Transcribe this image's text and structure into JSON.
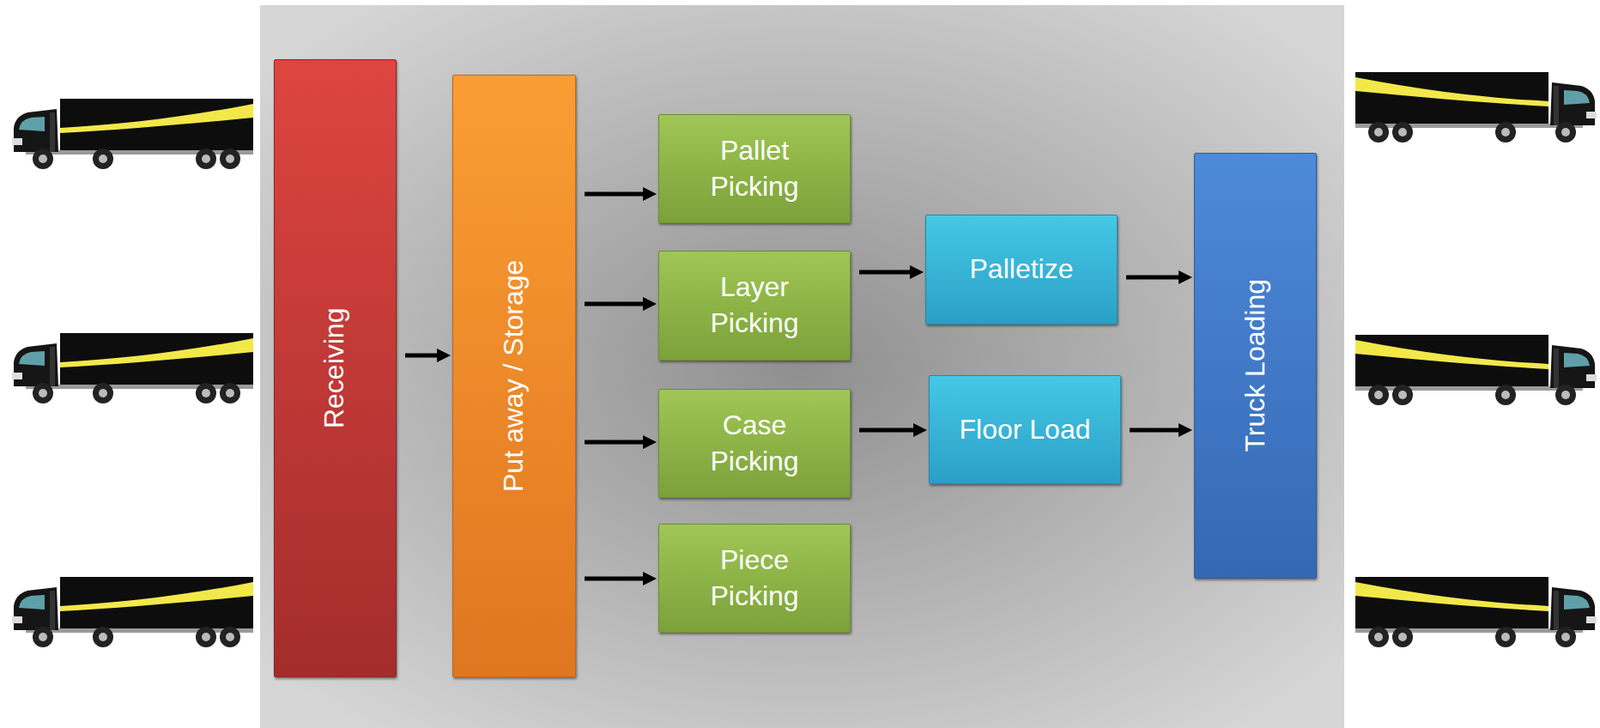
{
  "diagram": {
    "nodes": [
      {
        "text": [
          "Receiving"
        ]
      },
      {
        "text": [
          "Put away / Storage"
        ]
      },
      {
        "text": [
          "Pallet Picking"
        ]
      },
      {
        "text": [
          "Layer Picking"
        ]
      },
      {
        "text": [
          "Case Picking"
        ]
      },
      {
        "text": [
          "Piece Picking"
        ]
      },
      {
        "text": [
          "Palletize"
        ]
      },
      {
        "text": [
          "Floor Load"
        ]
      },
      {
        "text": [
          "Truck Loading"
        ]
      }
    ],
    "edges": [
      {
        "from": 0,
        "to": 1,
        "arrow": "to"
      },
      {
        "from": 1,
        "to": 2,
        "arrow": "to"
      },
      {
        "from": 1,
        "to": 3,
        "arrow": "to"
      },
      {
        "from": 1,
        "to": 4,
        "arrow": "to"
      },
      {
        "from": 1,
        "to": 5,
        "arrow": "to"
      },
      {
        "from": 3,
        "to": 6,
        "arrow": "to"
      },
      {
        "from": 4,
        "to": 7,
        "arrow": "to"
      },
      {
        "from": 6,
        "to": 8,
        "arrow": "to"
      },
      {
        "from": 7,
        "to": 8,
        "arrow": "to"
      }
    ]
  }
}
